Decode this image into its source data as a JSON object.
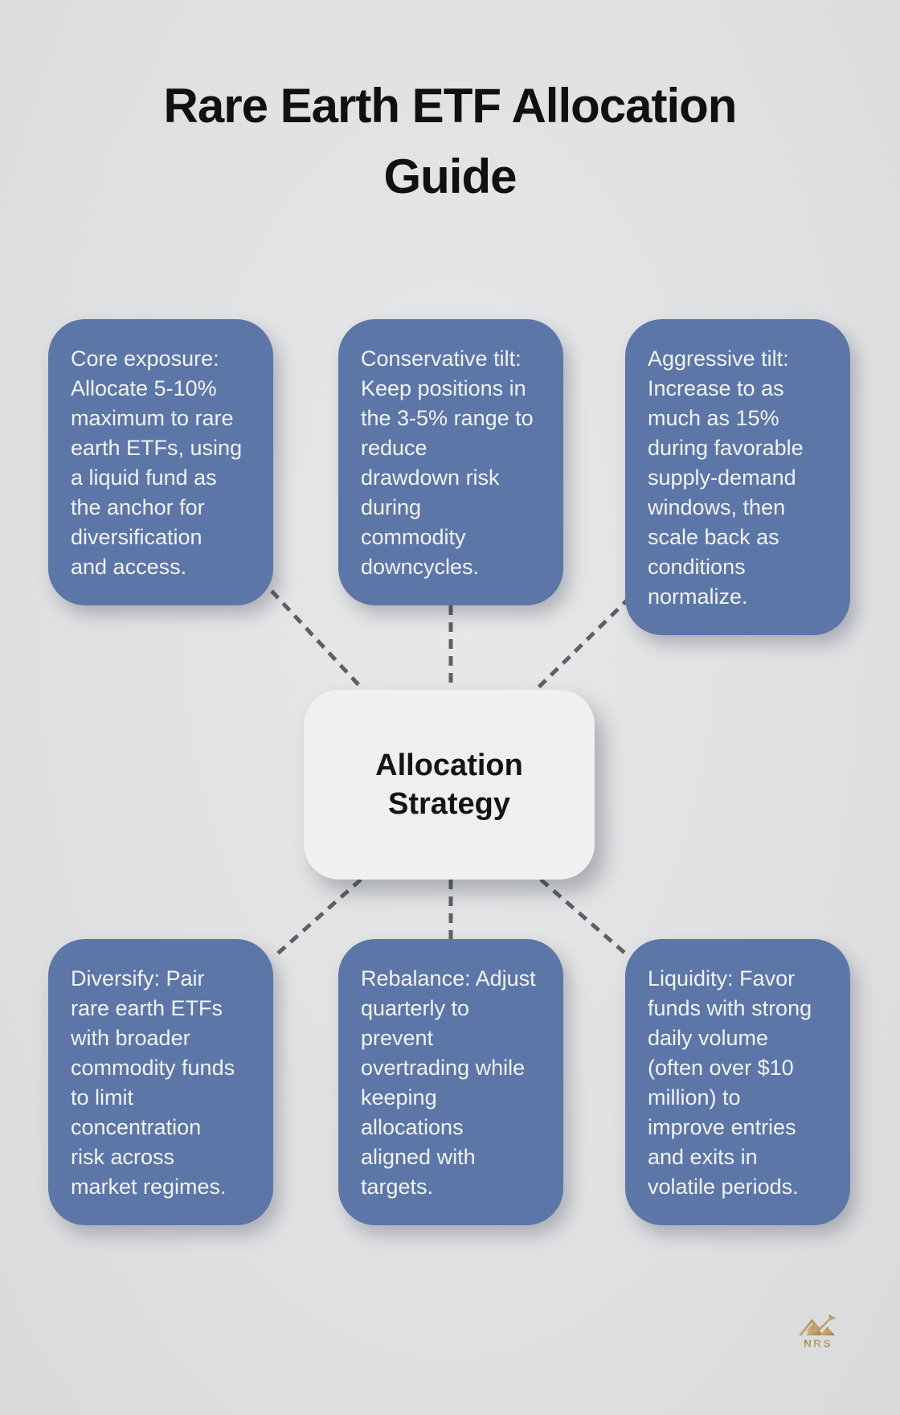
{
  "title": "Rare Earth ETF Allocation\nGuide",
  "center_node": {
    "label": "Allocation\nStrategy"
  },
  "nodes": [
    {
      "name": "core-exposure",
      "text": "Core exposure:\nAllocate 5-10%\nmaximum to rare\nearth ETFs, using\na liquid fund as\nthe anchor for\ndiversification\nand access."
    },
    {
      "name": "conservative-tilt",
      "text": "Conservative tilt:\nKeep positions in\nthe 3-5% range to\nreduce\ndrawdown risk\nduring\ncommodity\ndowncycles."
    },
    {
      "name": "aggressive-tilt",
      "text": "Aggressive tilt:\nIncrease to as\nmuch as 15%\nduring favorable\nsupply-demand\nwindows, then\nscale back as\nconditions\nnormalize."
    },
    {
      "name": "diversify",
      "text": "Diversify: Pair\nrare earth ETFs\nwith broader\ncommodity funds\nto limit\nconcentration\nrisk across\nmarket regimes."
    },
    {
      "name": "rebalance",
      "text": "Rebalance: Adjust\nquarterly to\nprevent\novertrading while\nkeeping\nallocations\naligned with\ntargets."
    },
    {
      "name": "liquidity",
      "text": "Liquidity: Favor\nfunds with strong\ndaily volume\n(often over $10\nmillion) to\nimprove entries\nand exits in\nvolatile periods."
    }
  ],
  "logo": {
    "text": "NRS"
  },
  "colors": {
    "background": "#e0e1e3",
    "node_fill": "#5d76a8",
    "node_text": "#f0f3f7",
    "center_fill": "#eef0f2",
    "center_text": "#141414",
    "connector": "#5d6165",
    "title_text": "#101012",
    "logo_gold": "#b08d58"
  }
}
